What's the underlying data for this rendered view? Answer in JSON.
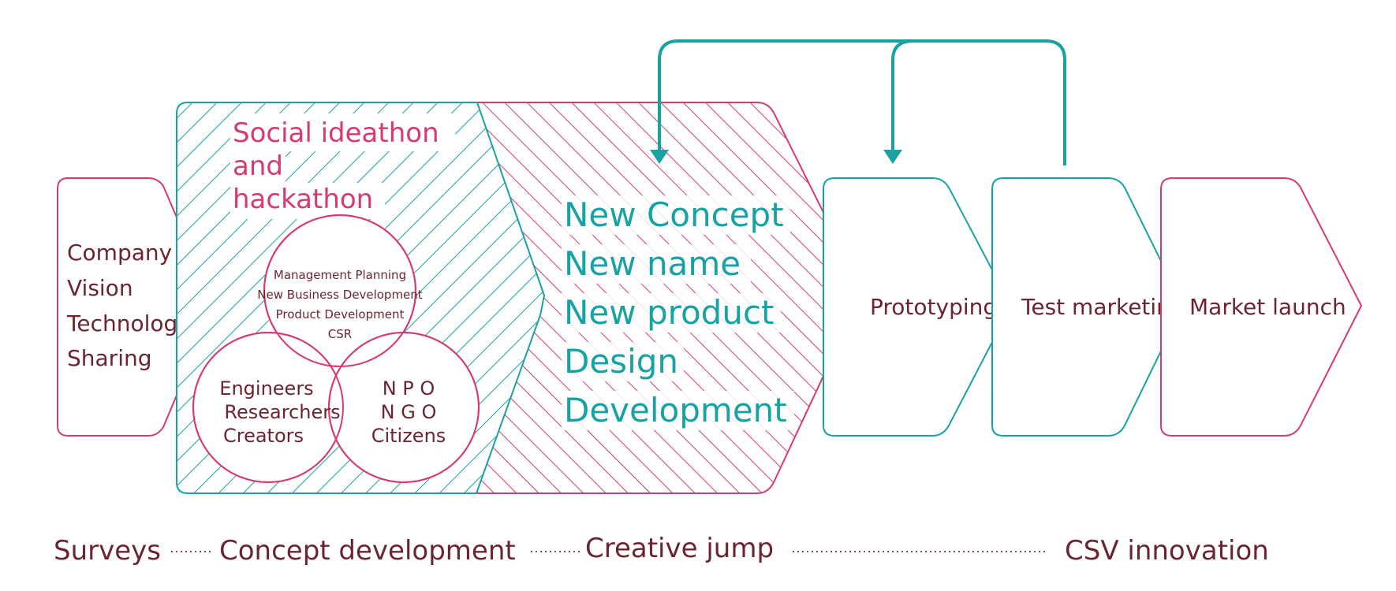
{
  "colors": {
    "pink": "#d63a6e",
    "teal": "#17a3a3",
    "brown": "#6b2530"
  },
  "stage1": {
    "lines": [
      "Company",
      "Vision",
      "Technology",
      "Sharing"
    ]
  },
  "ideathon": {
    "title_lines": [
      "Social ideathon",
      "and",
      "hackathon"
    ],
    "circle_top_lines": [
      "Management Planning",
      "New Business Development",
      "Product Development",
      "CSR"
    ],
    "circle_left_lines": [
      "Engineers",
      "Researchers",
      "Creators"
    ],
    "circle_right_lines": [
      "N P O",
      "N G O",
      "Citizens"
    ]
  },
  "creative": {
    "lines": [
      "New Concept",
      "New name",
      "New product",
      "Design",
      "Development"
    ]
  },
  "stages": {
    "prototyping": "Prototyping",
    "test_marketing": "Test marketing",
    "market_launch": "Market launch"
  },
  "timeline": {
    "surveys": "Surveys",
    "concept_development": "Concept development",
    "creative_jump": "Creative jump",
    "csv_innovation": "CSV innovation"
  }
}
